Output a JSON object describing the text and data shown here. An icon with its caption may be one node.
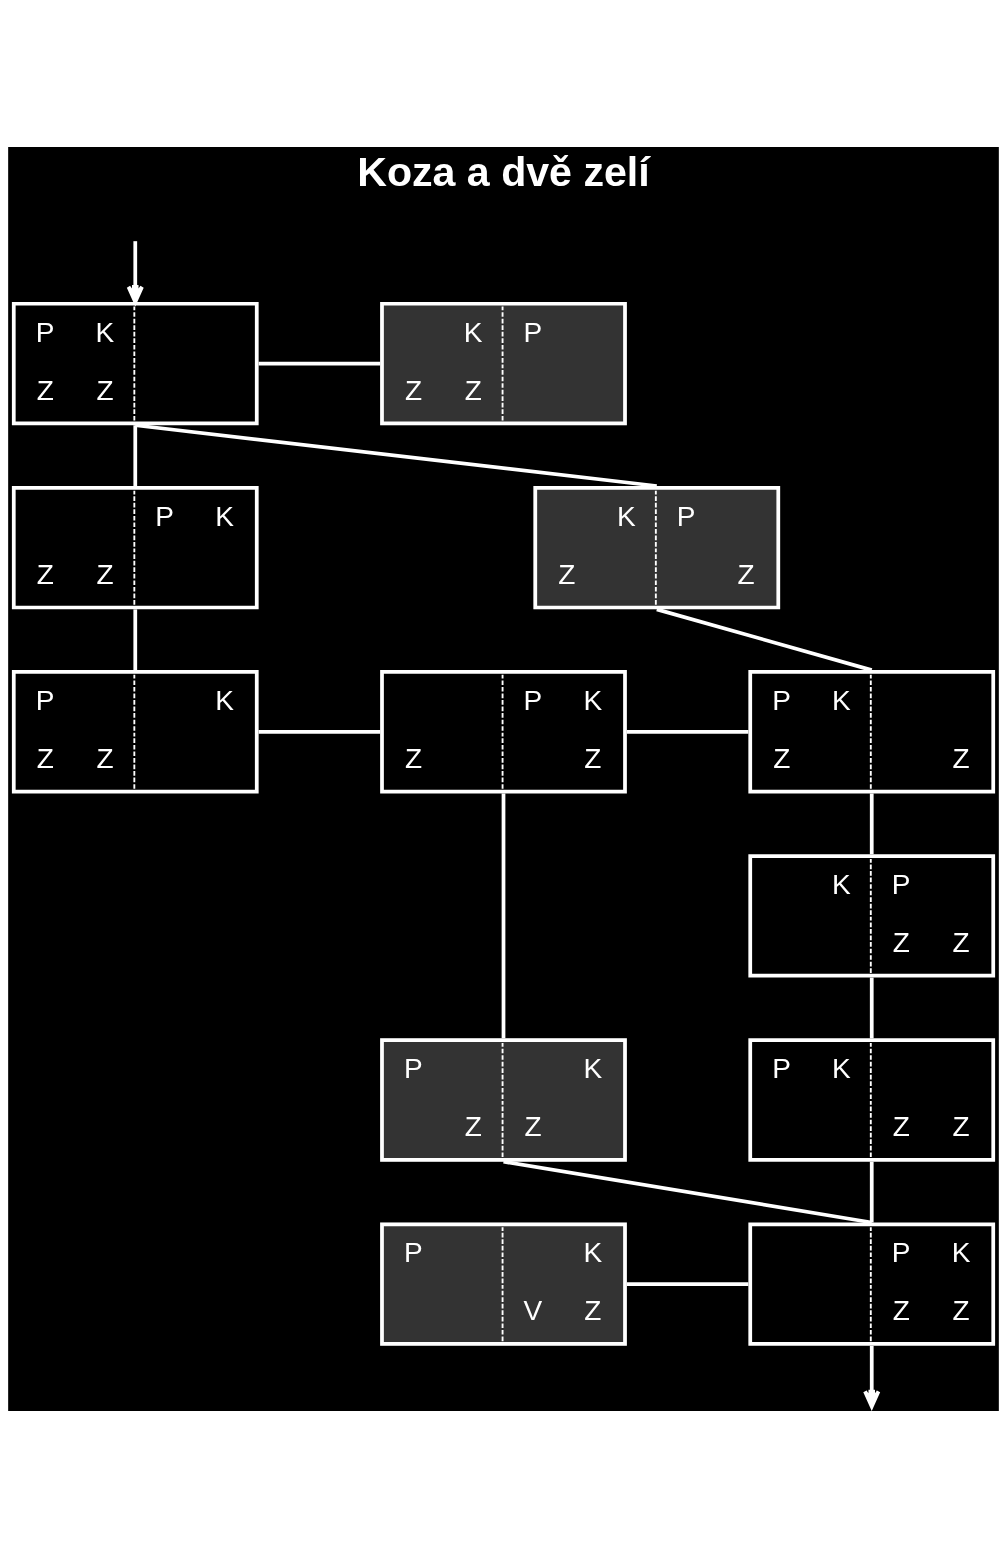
{
  "diagram": {
    "title": "Koza a dvě zelí",
    "nodes": [
      {
        "text": [
          "P",
          "K",
          "Z",
          "Z"
        ]
      },
      {
        "text": [
          "K",
          "P",
          "Z",
          "Z"
        ]
      },
      {
        "text": [
          "P",
          "K",
          "Z",
          "Z"
        ]
      },
      {
        "text": [
          "K",
          "P",
          "Z",
          "Z"
        ]
      },
      {
        "text": [
          "P",
          "K",
          "Z",
          "Z"
        ]
      },
      {
        "text": [
          "P",
          "K",
          "Z",
          "Z"
        ]
      },
      {
        "text": [
          "P",
          "K",
          "Z",
          "Z"
        ]
      },
      {
        "text": [
          "K",
          "P",
          "Z",
          "Z"
        ]
      },
      {
        "text": [
          "P",
          "K",
          "Z",
          "Z"
        ]
      },
      {
        "text": [
          "P",
          "K",
          "Z",
          "Z"
        ]
      },
      {
        "text": [
          "P",
          "K",
          "V",
          "Z"
        ]
      },
      {
        "text": [
          "P",
          "K",
          "Z",
          "Z"
        ]
      }
    ],
    "edges": [
      {
        "from": null,
        "to": 0,
        "arrow": "to"
      },
      {
        "from": 0,
        "to": 1,
        "arrow": "none"
      },
      {
        "from": 0,
        "to": 2,
        "arrow": "none"
      },
      {
        "from": 0,
        "to": 3,
        "arrow": "none"
      },
      {
        "from": 2,
        "to": 4,
        "arrow": "none"
      },
      {
        "from": 3,
        "to": 6,
        "arrow": "none"
      },
      {
        "from": 4,
        "to": 5,
        "arrow": "none"
      },
      {
        "from": 5,
        "to": 6,
        "arrow": "none"
      },
      {
        "from": 5,
        "to": 8,
        "arrow": "none"
      },
      {
        "from": 6,
        "to": 7,
        "arrow": "none"
      },
      {
        "from": 7,
        "to": 9,
        "arrow": "none"
      },
      {
        "from": 8,
        "to": 11,
        "arrow": "none"
      },
      {
        "from": 9,
        "to": 11,
        "arrow": "none"
      },
      {
        "from": 10,
        "to": 11,
        "arrow": "none"
      },
      {
        "from": 11,
        "to": null,
        "arrow": "to"
      }
    ]
  }
}
